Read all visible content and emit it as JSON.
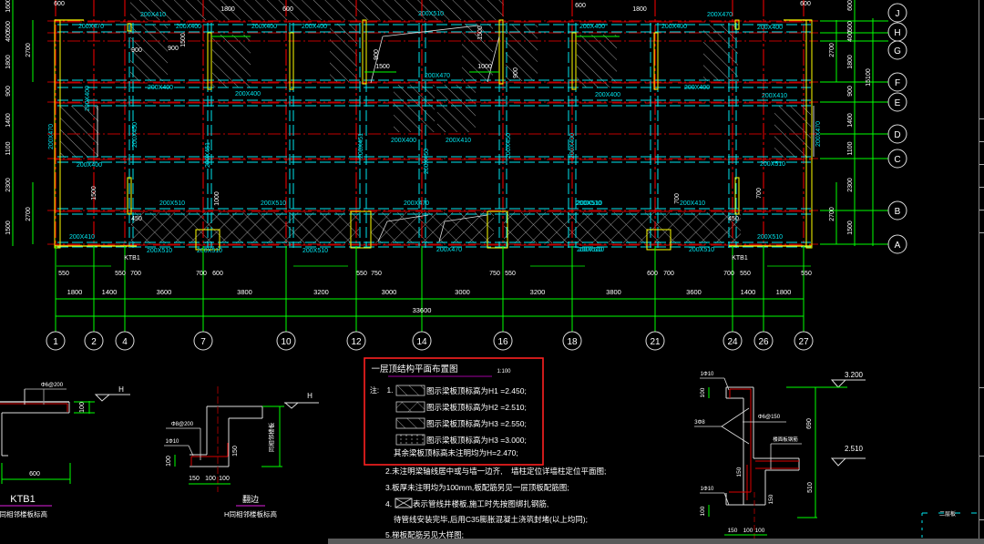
{
  "drawing": {
    "axes": {
      "columns": [
        "1",
        "2",
        "4",
        "7",
        "10",
        "12",
        "14",
        "16",
        "18",
        "21",
        "24",
        "26",
        "27"
      ],
      "rows": [
        "J",
        "H",
        "G",
        "F",
        "E",
        "D",
        "C",
        "B",
        "A"
      ]
    },
    "dims": {
      "bays": [
        "1800",
        "1400",
        "3600",
        "3800",
        "3200",
        "3000",
        "3000",
        "3200",
        "3800",
        "3600",
        "1400",
        "1800"
      ],
      "total": "33600",
      "bottom_offsets": [
        "550",
        "550",
        "700",
        "700",
        "600",
        "550",
        "750",
        "750",
        "550",
        "600",
        "700",
        "700",
        "550",
        "550"
      ],
      "ktb_tags": [
        "KTB1",
        "KTB1"
      ],
      "top": [
        "600",
        "1800",
        "600",
        "600",
        "1800",
        "600"
      ],
      "inner": [
        "900",
        "900",
        "1500",
        "1500",
        "900",
        "900",
        "1500",
        "1000",
        "1500",
        "1000",
        "700",
        "700",
        "450",
        "450"
      ],
      "left_fine": [
        "1600",
        "500",
        "400",
        "1800",
        "900",
        "1400",
        "1100",
        "2300",
        "1500"
      ],
      "left_coarse": [
        "2700",
        "2700"
      ],
      "right_fine": [
        "600",
        "500",
        "400",
        "1800",
        "900",
        "1400",
        "1100",
        "2300",
        "1500"
      ],
      "right_coarse": [
        "2700",
        "2700"
      ],
      "right_total": "15100"
    },
    "beams": [
      "200X470",
      "200X410",
      "200X400",
      "200X400",
      "200X400",
      "200X400",
      "200X400",
      "200X400",
      "200X470",
      "200X450",
      "200X451",
      "200X400",
      "200X510",
      "200X510",
      "200X410",
      "200X510",
      "200X510",
      "200X510",
      "200X510",
      "200X470",
      "200X400",
      "200X410",
      "200X470",
      "200X510",
      "200X470",
      "200X510",
      "200X451",
      "200X450",
      "200X450",
      "200X400",
      "200X400",
      "200X400",
      "200X470",
      "200X400",
      "200X400",
      "200X400",
      "200X410",
      "200X510",
      "200X510",
      "200X410",
      "200X510",
      "200X510",
      "200X510",
      "200X470"
    ]
  },
  "legend": {
    "title": "一层顶结构平面布置图",
    "scale": "1:100",
    "note_label": "注:",
    "note_num": "1.",
    "items": [
      "图示梁板顶标高为H1 =2.450;",
      "图示梁板顶标高为H2 =2.510;",
      "图示梁板顶标高为H3 =2.550;",
      "图示梁板顶标高为H3 =3.000;"
    ],
    "other": "其余梁板顶标高未注明均为H=2.470;"
  },
  "notes": {
    "n2a": "2.未注明梁轴线居中或与墙一边齐,",
    "n2b": "墙柱定位详墙柱定位平面图;",
    "n3": "3.板厚未注明均为100mm,板配筋另见一层顶板配筋图;",
    "n4num": "4.",
    "n4a": "表示管线井楼板,施工时先按图绑扎钢筋,",
    "n4b": "待管线安装完毕,后用C35膨胀混凝土浇筑封堵(以上均同);",
    "n5": "5.梯板配筋另见大样图;"
  },
  "details": {
    "ktb1": {
      "rebar": "Φ6@200",
      "h": "H",
      "thk": "100",
      "width": "600",
      "title": "KTB1",
      "subtitle": "H同相邻楼板标高"
    },
    "fanbian": {
      "rebar1": "Φ8@200",
      "rebar2": "1Φ10",
      "d1": "100",
      "d2": "150",
      "d3": "100",
      "d4": "100",
      "d5": "150",
      "h": "H",
      "side": "同相邻楼板",
      "title": "翻边",
      "subtitle": "H同相邻楼板标高"
    },
    "canopy": {
      "top_bar": "1Φ10",
      "top_thk": "100",
      "side_bars": "3Φ8",
      "stirrup": "Φ6@150",
      "slab_bar": "楼面板钢筋",
      "elev_top": "3.200",
      "elev_mid": "2.510",
      "h_upper": "690",
      "h_lower": "510",
      "v1": "150",
      "v2": "150",
      "bot_bar": "1Φ10",
      "bot_thk": "100",
      "w1": "150",
      "w2": "100",
      "w3": "100"
    },
    "corner_tag": "二层板"
  },
  "colors": {
    "axis": "#ff0000",
    "beam": "#00e5ee",
    "wall": "#ffff00",
    "dim": "#00ff00",
    "text": "#ffffff",
    "highlight": "#ff2020"
  }
}
